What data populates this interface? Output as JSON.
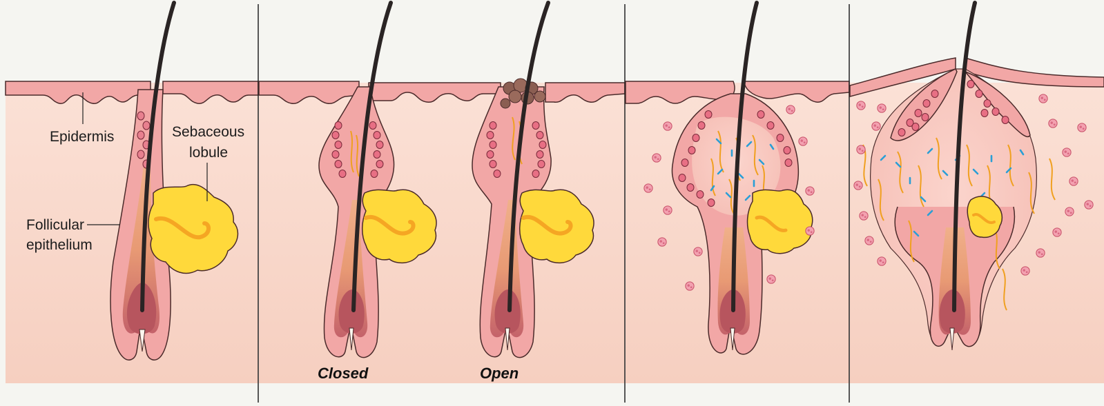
{
  "labels": {
    "epidermis": "Epidermis",
    "sebaceous_line1": "Sebaceous",
    "sebaceous_line2": "lobule",
    "follicular_line1": "Follicular",
    "follicular_line2": "epithelium"
  },
  "captions": {
    "closed": "Closed",
    "open": "Open"
  },
  "colors": {
    "background": "#f5f5f1",
    "dermis": "#f8d9cc",
    "epidermis": "#f2a7a6",
    "epidermis_outline": "#4a2a2a",
    "sebaceous_gland": "#ffd93b",
    "hair": "#2a2424",
    "hair_bulb": "#b7555e",
    "keratin_plug": "#e58a9a",
    "comedone_cap": "#8b5e52",
    "bacteria": "#2a9fd6",
    "sebum_strands": "#f0a020",
    "inflammatory_cells": "#e26d80",
    "panel_divider": "#222222"
  },
  "panels": [
    {
      "id": "normal"
    },
    {
      "id": "comedones"
    },
    {
      "id": "papule"
    },
    {
      "id": "nodule"
    }
  ]
}
